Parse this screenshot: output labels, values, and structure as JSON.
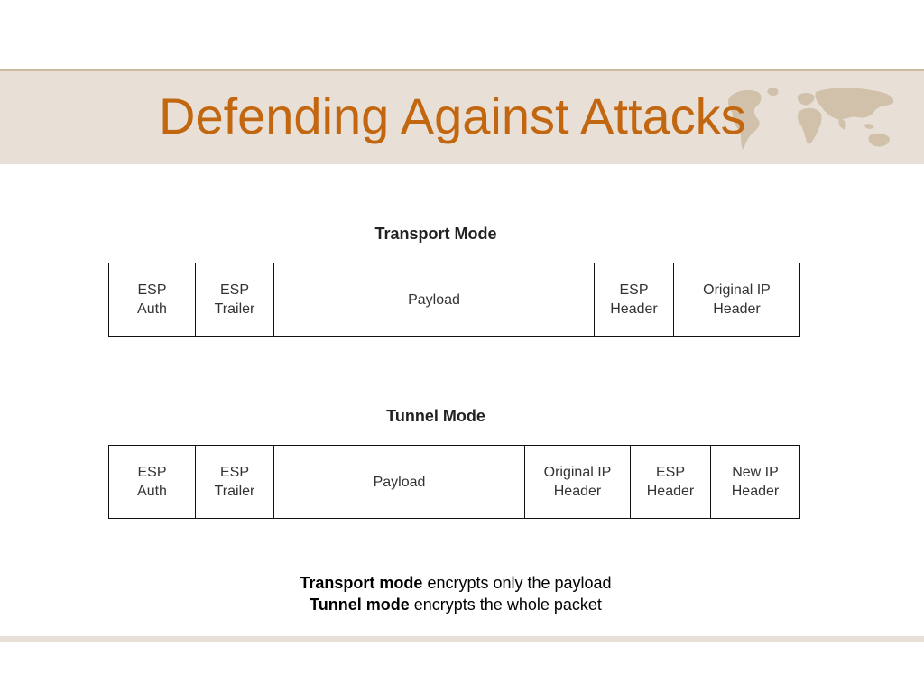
{
  "slide": {
    "title": "Defending Against Attacks"
  },
  "diagram": {
    "transport": {
      "heading": "Transport Mode",
      "cells": [
        {
          "line1": "ESP",
          "line2": "Auth"
        },
        {
          "line1": "ESP",
          "line2": "Trailer"
        },
        {
          "line1": "Payload",
          "line2": ""
        },
        {
          "line1": "ESP",
          "line2": "Header"
        },
        {
          "line1": "Original IP",
          "line2": "Header"
        }
      ]
    },
    "tunnel": {
      "heading": "Tunnel Mode",
      "cells": [
        {
          "line1": "ESP",
          "line2": "Auth"
        },
        {
          "line1": "ESP",
          "line2": "Trailer"
        },
        {
          "line1": "Payload",
          "line2": ""
        },
        {
          "line1": "Original IP",
          "line2": "Header"
        },
        {
          "line1": "ESP",
          "line2": "Header"
        },
        {
          "line1": "New IP",
          "line2": "Header"
        }
      ]
    }
  },
  "caption": {
    "line1_bold": "Transport mode",
    "line1_rest": " encrypts only the payload",
    "line2_bold": "Tunnel mode",
    "line2_rest": " encrypts the whole packet"
  },
  "theme": {
    "title_color": "#c2660f",
    "band_color": "#e8e0d7",
    "decoration": "world-map-icon"
  }
}
